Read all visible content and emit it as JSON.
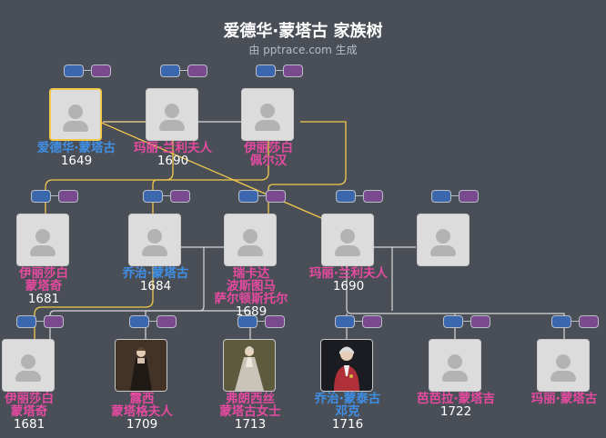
{
  "header": {
    "title": "爱德华·蒙塔古 家族树",
    "subtitle": "由 pptrace.com 生成"
  },
  "colors": {
    "background": "#4a4f57",
    "female_name": "#e64aa0",
    "male_name": "#3f8fe6",
    "highlight_line": "#f2c94c",
    "normal_line": "#d8d8d8",
    "badge_blue": "#3a67ad",
    "badge_purple": "#7a4a8f"
  },
  "people": [
    {
      "id": "p1",
      "gender": "male",
      "selected": true,
      "photo": "avatar-icon",
      "names": [
        "爱德华·蒙塔古"
      ],
      "year": "1649"
    },
    {
      "id": "p2",
      "gender": "female",
      "photo": "avatar-icon",
      "names": [
        "玛丽·兰利夫人"
      ],
      "year": "1690"
    },
    {
      "id": "p3",
      "gender": "female",
      "photo": "avatar-icon",
      "names": [
        "伊丽莎白",
        "佩尔汉"
      ],
      "year": ""
    },
    {
      "id": "p4",
      "gender": "female",
      "photo": "avatar-icon",
      "names": [
        "伊丽莎白",
        "蒙塔奇"
      ],
      "year": "1681"
    },
    {
      "id": "p5",
      "gender": "male",
      "photo": "avatar-icon",
      "names": [
        "乔治·蒙塔古"
      ],
      "year": "1684"
    },
    {
      "id": "p6",
      "gender": "female",
      "photo": "avatar-icon",
      "names": [
        "瑞卡达",
        "波斯图马",
        "萨尔顿斯托尔"
      ],
      "year": "1689"
    },
    {
      "id": "p7",
      "gender": "female",
      "photo": "avatar-icon",
      "names": [
        "玛丽·兰利夫人"
      ],
      "year": "1690"
    },
    {
      "id": "p8",
      "gender": "unknown",
      "photo": "avatar-icon",
      "names": [],
      "year": ""
    },
    {
      "id": "p9",
      "gender": "female",
      "photo": "avatar-icon",
      "names": [
        "伊丽莎白",
        "蒙塔奇"
      ],
      "year": "1681"
    },
    {
      "id": "p10",
      "gender": "female",
      "photo": "portrait-woman-dark-dress",
      "names": [
        "露西",
        "蒙塔格夫人"
      ],
      "year": "1709"
    },
    {
      "id": "p11",
      "gender": "female",
      "photo": "portrait-woman-light-dress",
      "names": [
        "弗朗西丝",
        "蒙塔古女士"
      ],
      "year": "1713"
    },
    {
      "id": "p12",
      "gender": "male",
      "photo": "portrait-man-red-coat",
      "names": [
        "乔治·蒙泰古",
        "邓克"
      ],
      "year": "1716"
    },
    {
      "id": "p13",
      "gender": "female",
      "photo": "avatar-icon",
      "names": [
        "芭芭拉·蒙塔吉"
      ],
      "year": "1722"
    },
    {
      "id": "p14",
      "gender": "female",
      "photo": "avatar-icon",
      "names": [
        "玛丽·蒙塔古"
      ],
      "year": ""
    }
  ]
}
